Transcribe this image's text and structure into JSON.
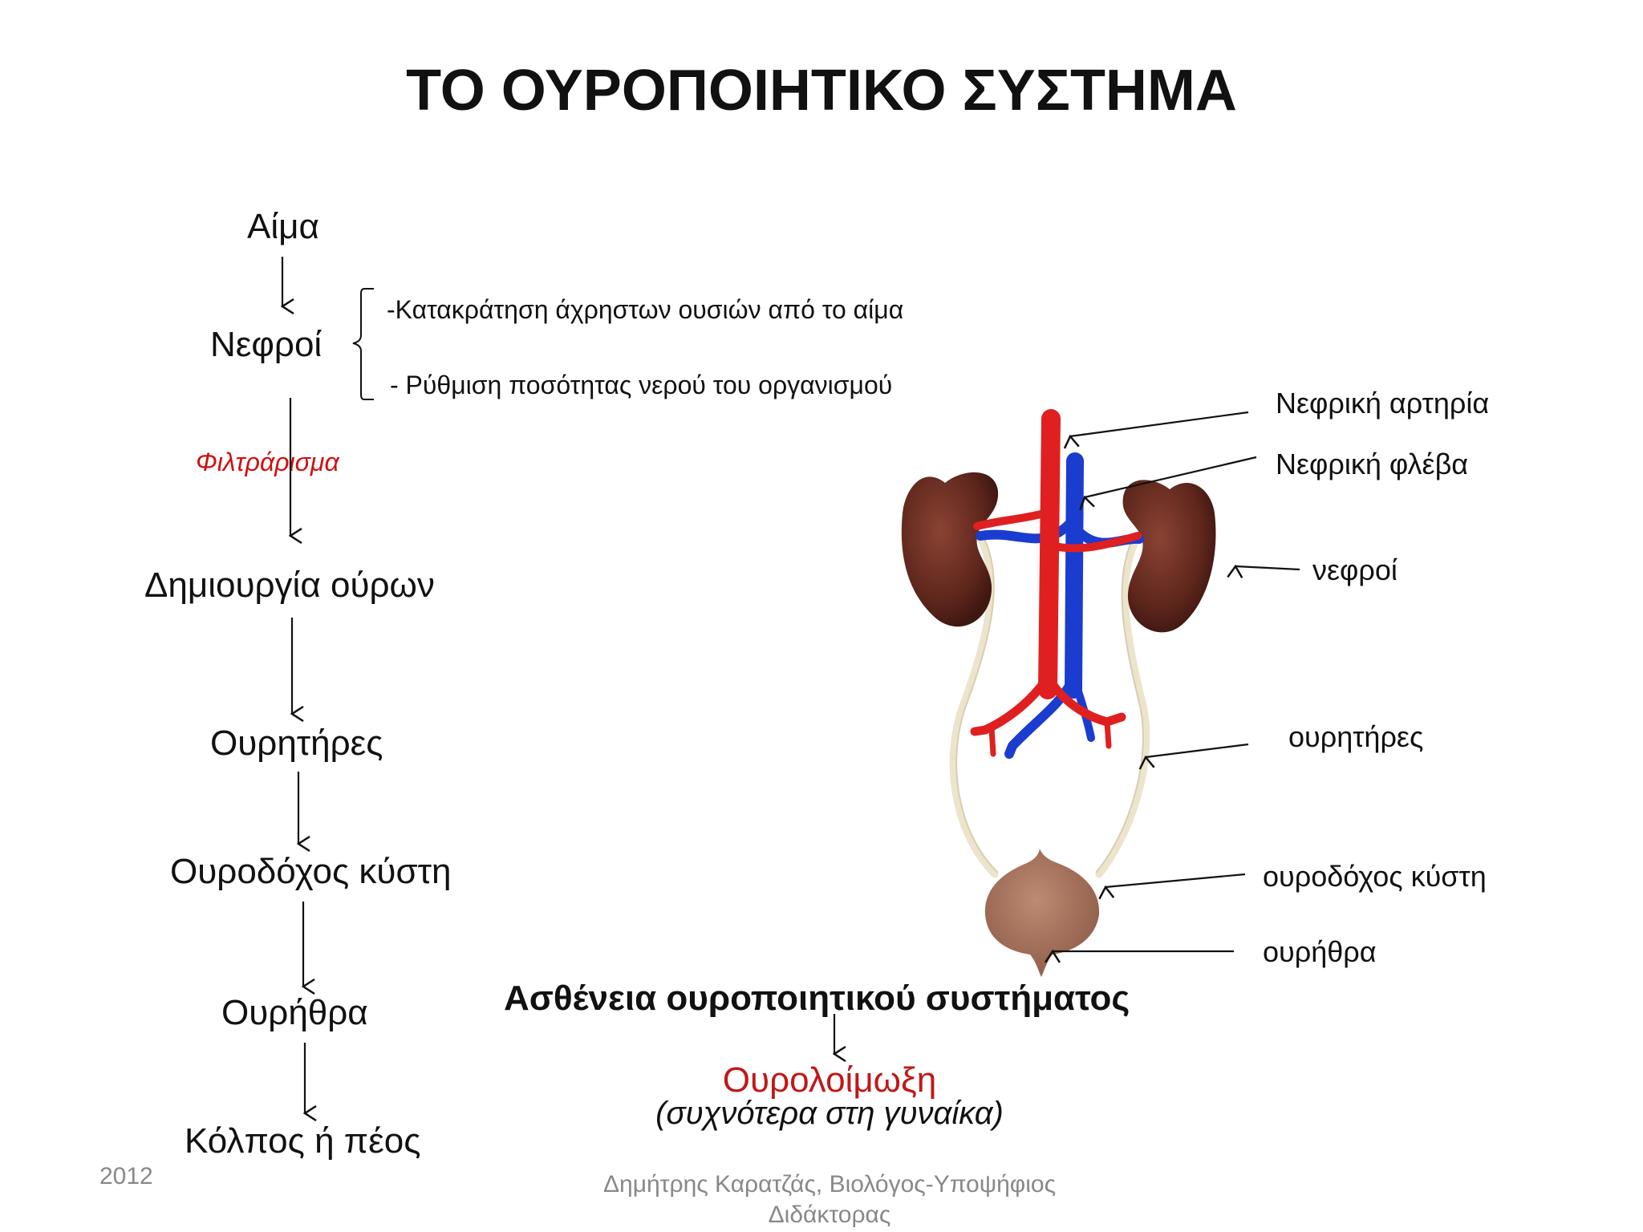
{
  "title": "ΤΟ ΟΥΡΟΠΟΙΗΤΙΚΟ ΣΥΣΤΗΜΑ",
  "flow": {
    "blood": "Αίμα",
    "kidneys": "Νεφροί",
    "filtering": "Φιλτράρισμα",
    "urine_creation": "Δημιουργία ούρων",
    "ureters": "Ουρητήρες",
    "bladder": "Ουροδόχος κύστη",
    "urethra": "Ουρήθρα",
    "exit": "Κόλπος ή πέος"
  },
  "kidney_functions": [
    "-Κατακράτηση άχρηστων ουσιών από το αίμα",
    "- Ρύθμιση ποσότητας νερού του οργανισμού"
  ],
  "diagram_labels": {
    "renal_artery": "Νεφρική αρτηρία",
    "renal_vein": "Νεφρική φλέβα",
    "kidneys": "νεφροί",
    "ureters": "ουρητήρες",
    "bladder": "ουροδόχος κύστη",
    "urethra": "ουρήθρα"
  },
  "disease": {
    "heading": "Ασθένεια ουροποιητικού συστήματος",
    "name": "Ουρολοίμωξη",
    "note": "(συχνότερα στη γυναίκα)"
  },
  "footer": {
    "year": "2012",
    "author_line1": "Δημήτρης Καρατζάς, Βιολόγος-Υποψήφιος",
    "author_line2": "Διδάκτορας"
  },
  "colors": {
    "accent_red": "#d01010",
    "disease_red": "#c01818",
    "artery": "#e02020",
    "vein": "#1a3ccf",
    "kidney": "#6b2e22",
    "ureter": "#ece4cc",
    "bladder": "#a9735d"
  }
}
